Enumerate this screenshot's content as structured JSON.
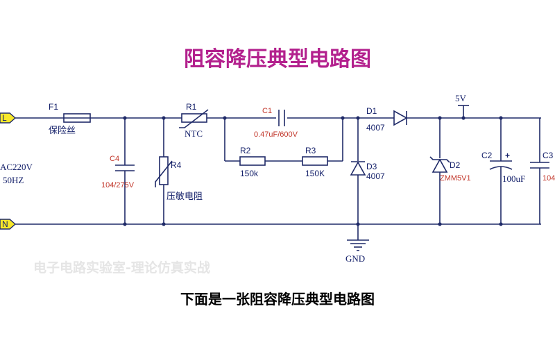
{
  "title": "阻容降压典型电路图",
  "watermark": "电子电路实验室-理论仿真实战",
  "caption": "下面是一张阻容降压典型电路图",
  "colors": {
    "wire": "#1f2a68",
    "title": "#b3208d",
    "value_red": "#c2372b"
  },
  "input": {
    "line": "L",
    "neutral": "N",
    "voltage": "AC220V",
    "freq": "50HZ"
  },
  "components": {
    "f1": {
      "ref": "F1",
      "name": "保险丝"
    },
    "c4": {
      "ref": "C4",
      "value": "104/275V"
    },
    "r4": {
      "ref": "R4",
      "name": "压敏电阻"
    },
    "r1": {
      "ref": "R1",
      "name": "NTC"
    },
    "c1": {
      "ref": "C1",
      "value": "0.47uF/600V"
    },
    "r2": {
      "ref": "R2",
      "value": "150k"
    },
    "r3": {
      "ref": "R3",
      "value": "150K"
    },
    "d1": {
      "ref": "D1",
      "value": "4007"
    },
    "d3": {
      "ref": "D3",
      "value": "4007"
    },
    "gnd": {
      "label": "GND"
    },
    "vout": {
      "label": "5V"
    },
    "d2": {
      "ref": "D2",
      "value": "ZMM5V1"
    },
    "c2": {
      "ref": "C2",
      "value": "100uF",
      "polarity": "+"
    },
    "c3": {
      "ref": "C3",
      "value": "104"
    }
  }
}
